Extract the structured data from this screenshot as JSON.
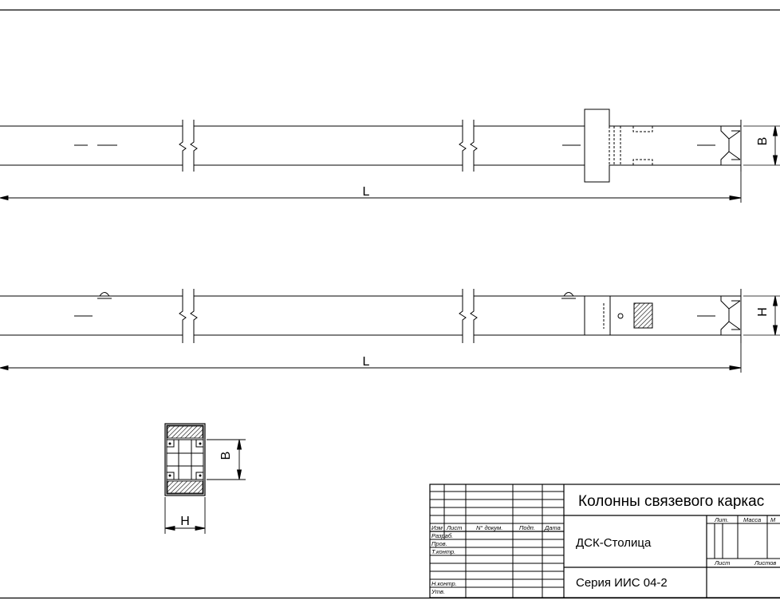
{
  "drawing": {
    "elevation_top": {
      "dim_length": "L",
      "dim_width": "В"
    },
    "elevation_bottom": {
      "dim_length": "L",
      "dim_height": "Н"
    },
    "section": {
      "dim_width": "В",
      "dim_height": "Н"
    }
  },
  "title_block": {
    "title": "Колонны связевого каркас",
    "organization": "ДСК-Столица",
    "series": "Серия ИИС 04-2",
    "header_cols": [
      "Изм",
      "Лист",
      "N° докум.",
      "Подп.",
      "Дата"
    ],
    "row_labels": [
      "Разраб.",
      "Пров.",
      "Т.контр.",
      "",
      "Н.контр.",
      "Утв."
    ],
    "stage_headers": [
      "Лит.",
      "Масса",
      "М"
    ],
    "sheet_labels": [
      "Лист",
      "Листов"
    ]
  },
  "colors": {
    "line": "#000000",
    "background": "#ffffff",
    "hatch": "#000000"
  }
}
